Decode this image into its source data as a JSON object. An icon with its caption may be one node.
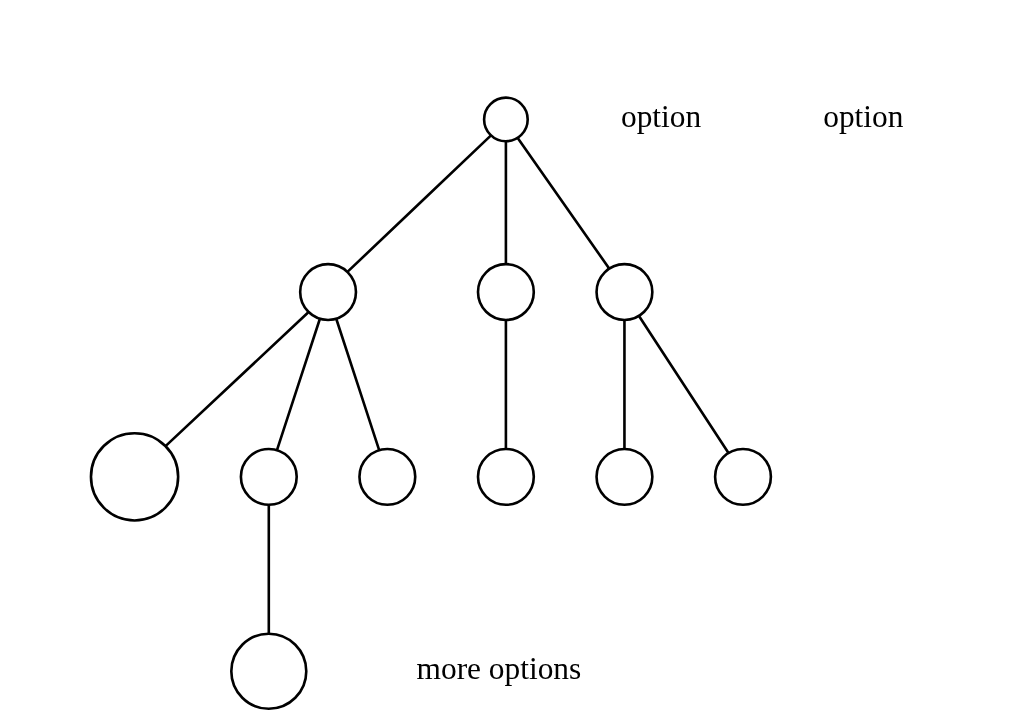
{
  "diagram": {
    "nodes": [
      {
        "text": [],
        "shape": "circle"
      },
      {
        "text": [],
        "shape": "circle"
      },
      {
        "text": [],
        "shape": "circle"
      },
      {
        "text": [],
        "shape": "circle"
      },
      {
        "text": [],
        "shape": "circle"
      },
      {
        "text": [],
        "shape": "circle"
      },
      {
        "text": [],
        "shape": "circle"
      },
      {
        "text": [],
        "shape": "circle"
      },
      {
        "text": [],
        "shape": "circle"
      },
      {
        "text": [],
        "shape": "circle"
      },
      {
        "text": [],
        "shape": "circle"
      }
    ],
    "edges": [
      {
        "from": 0,
        "to": 1,
        "arrow": "none"
      },
      {
        "from": 0,
        "to": 2,
        "arrow": "none"
      },
      {
        "from": 0,
        "to": 3,
        "arrow": "none"
      },
      {
        "from": 1,
        "to": 4,
        "arrow": "none"
      },
      {
        "from": 1,
        "to": 5,
        "arrow": "none"
      },
      {
        "from": 1,
        "to": 6,
        "arrow": "none"
      },
      {
        "from": 2,
        "to": 7,
        "arrow": "none"
      },
      {
        "from": 3,
        "to": 8,
        "arrow": "none"
      },
      {
        "from": 3,
        "to": 9,
        "arrow": "none"
      },
      {
        "from": 5,
        "to": 10,
        "arrow": "none"
      }
    ],
    "labels": [
      "option",
      "option",
      "more options"
    ]
  }
}
